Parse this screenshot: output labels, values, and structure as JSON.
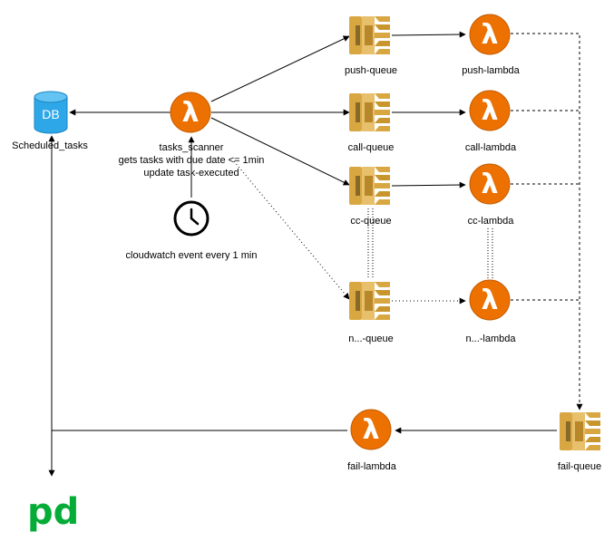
{
  "db": {
    "icon_text": "DB",
    "label": "Scheduled_tasks"
  },
  "scanner": {
    "name": "tasks_scanner",
    "line2": "gets tasks with due date <= 1min",
    "line3": "update task-executed"
  },
  "cloudwatch": {
    "label": "cloudwatch event every 1 min"
  },
  "queues": [
    {
      "label": "push-queue"
    },
    {
      "label": "call-queue"
    },
    {
      "label": "cc-queue"
    },
    {
      "label": "n...-queue"
    }
  ],
  "lambdas": [
    {
      "label": "push-lambda"
    },
    {
      "label": "call-lambda"
    },
    {
      "label": "cc-lambda"
    },
    {
      "label": "n...-lambda"
    }
  ],
  "fail_queue": {
    "label": "fail-queue"
  },
  "fail_lambda": {
    "label": "fail-lambda"
  },
  "pd_logo": {
    "text": "pd"
  },
  "colors": {
    "lambda_orange": "#ed7100",
    "sqs_gold": "#d9a741",
    "sqs_dark": "#876a2a",
    "db_blue": "#2ea7e8",
    "pd_green": "#06ac38"
  }
}
